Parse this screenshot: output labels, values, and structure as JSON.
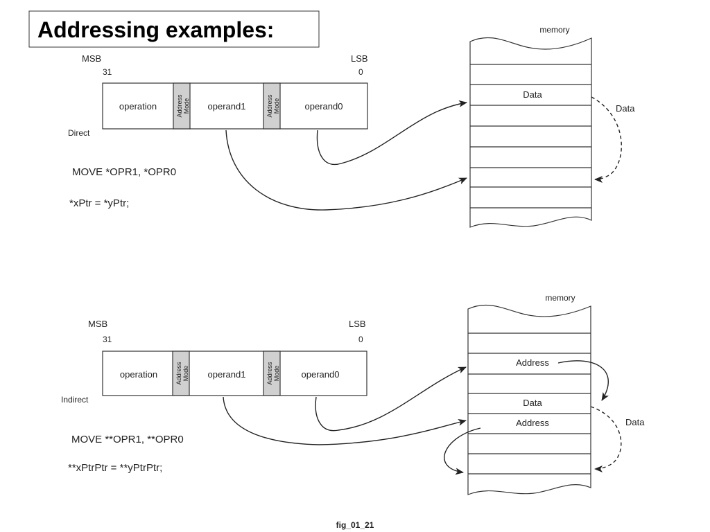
{
  "title": "Addressing examples:",
  "caption": "fig_01_21",
  "direct": {
    "msb": "MSB",
    "msb_bit": "31",
    "lsb": "LSB",
    "lsb_bit": "0",
    "fields": [
      "operation",
      "Address Mode",
      "operand1",
      "Address Mode",
      "operand0"
    ],
    "mode_line1": "Address",
    "mode_line2": "Mode",
    "mode_label": "Direct",
    "instruction": "MOVE *OPR1, *OPR0",
    "c_code": "*xPtr = *yPtr;",
    "memory_label": "memory",
    "cell_data": "Data",
    "transfer_label": "Data"
  },
  "indirect": {
    "msb": "MSB",
    "msb_bit": "31",
    "lsb": "LSB",
    "lsb_bit": "0",
    "fields": [
      "operation",
      "Address Mode",
      "operand1",
      "Address Mode",
      "operand0"
    ],
    "mode_line1": "Address",
    "mode_line2": "Mode",
    "mode_label": "Indirect",
    "instruction": "MOVE **OPR1, **OPR0",
    "c_code": "**xPtrPtr = **yPtrPtr;",
    "memory_label": "memory",
    "cell_address_1": "Address",
    "cell_data": "Data",
    "cell_address_2": "Address",
    "transfer_label": "Data"
  },
  "colors": {
    "mode_fill": "#d0d0d0",
    "stroke": "#333333"
  }
}
